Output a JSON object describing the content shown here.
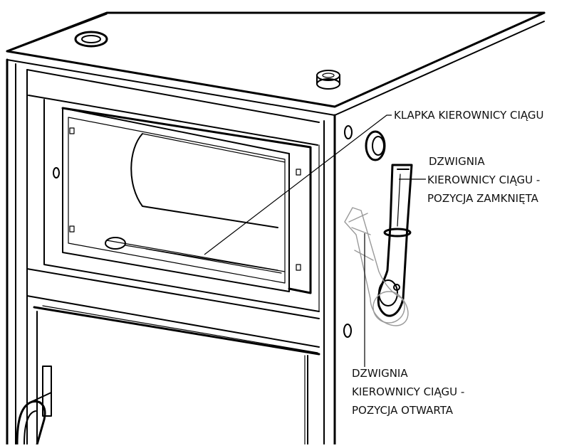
{
  "labels": {
    "damper_flap": "KLAPKA KIEROWNICY CIĄGU",
    "lever_closed": [
      "DZWIGNIA",
      "KIEROWNICY CIĄGU -",
      "POZYCJA ZAMKNIĘTA"
    ],
    "lever_open": [
      "DZWIGNIA",
      "KIEROWNICY CIĄGU -",
      "POZYCJA OTWARTA"
    ]
  },
  "colors": {
    "line": "#000000",
    "ghost_lever": "#9a9a9a",
    "background": "#ffffff"
  }
}
